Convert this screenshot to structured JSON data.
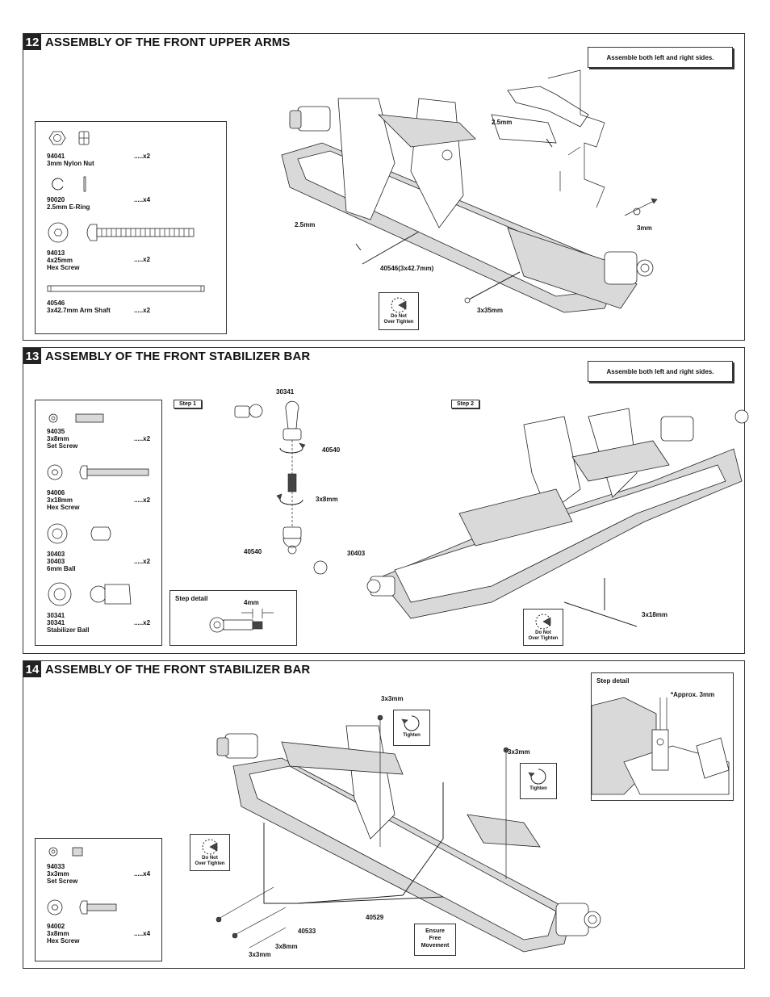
{
  "sections": [
    {
      "num": "12",
      "title": "ASSEMBLY OF THE FRONT UPPER ARMS",
      "note": "Assemble both left and right sides.",
      "parts": [
        {
          "code": "94041",
          "name": "3mm Nylon Nut",
          "qty": ".....x2"
        },
        {
          "code": "90020",
          "name": "2.5mm E-Ring",
          "qty": ".....x4"
        },
        {
          "code": "94013",
          "name": "4x25mm",
          "name2": "Hex Screw",
          "qty": ".....x2"
        },
        {
          "code": "40546",
          "name": "3x42.7mm Arm Shaft",
          "qty": ".....x2"
        }
      ],
      "labels": {
        "ering_left": "2.5mm",
        "ering_right": "2.5mm",
        "nut": "3mm",
        "shaft": "40546(3x42.7mm)",
        "screw": "3x35mm"
      },
      "callout": {
        "line1": "Do Not",
        "line2": "Over Tighten"
      }
    },
    {
      "num": "13",
      "title": "ASSEMBLY OF THE FRONT STABILIZER BAR",
      "note": "Assemble both left and right sides.",
      "parts": [
        {
          "code": "94035",
          "name": "3x8mm",
          "name2": "Set Screw",
          "qty": ".....x2"
        },
        {
          "code": "94006",
          "name": "3x18mm",
          "name2": "Hex Screw",
          "qty": ".....x2"
        },
        {
          "code": "30403",
          "code2": "30403",
          "name": "6mm Ball",
          "qty": ".....x2"
        },
        {
          "code": "30341",
          "code2": "30341",
          "name": "Stabilizer Ball",
          "qty": ".....x2"
        }
      ],
      "step1": "Step 1",
      "step2": "Step 2",
      "step_detail": "Step detail",
      "labels": {
        "p30341": "30341",
        "p40540_top": "40540",
        "set_screw": "3x8mm",
        "p40540_bottom": "40540",
        "p30403": "30403",
        "detail_4mm": "4mm",
        "screw": "3x18mm"
      },
      "callout": {
        "line1": "Do Not",
        "line2": "Over Tighten"
      }
    },
    {
      "num": "14",
      "title": "ASSEMBLY OF THE FRONT STABILIZER BAR",
      "parts": [
        {
          "code": "94033",
          "name": "3x3mm",
          "name2": "Set Screw",
          "qty": ".....x4"
        },
        {
          "code": "94002",
          "name": "3x8mm",
          "name2": "Hex Screw",
          "qty": ".....x4"
        }
      ],
      "step_detail": "Step detail",
      "approx": "*Approx. 3mm",
      "labels": {
        "set_top": "3x3mm",
        "set_right": "3x3mm",
        "p40533": "40533",
        "p40529": "40529",
        "hex": "3x8mm",
        "set_bottom": "3x3mm"
      },
      "tighten": "Tighten",
      "callout": {
        "line1": "Do Not",
        "line2": "Over Tighten"
      },
      "ensure": {
        "line1": "Ensure",
        "line2": "Free",
        "line3": "Movement"
      }
    }
  ]
}
